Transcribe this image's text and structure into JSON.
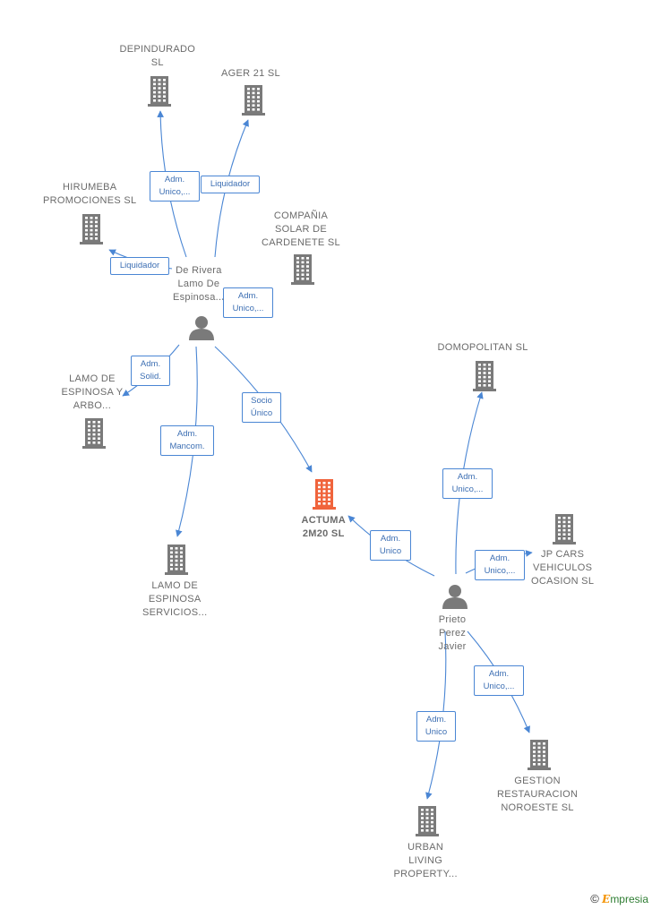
{
  "nodes": [
    {
      "id": "depindurado",
      "kind": "company",
      "label": "DEPINDURADO\nSL"
    },
    {
      "id": "ager21",
      "kind": "company",
      "label": "AGER 21 SL"
    },
    {
      "id": "hirumeba",
      "kind": "company",
      "label": "HIRUMEBA\nPROMOCIONES SL"
    },
    {
      "id": "compania",
      "kind": "company",
      "label": "COMPAÑIA\nSOLAR DE\nCARDENETE SL"
    },
    {
      "id": "derivera",
      "kind": "person",
      "label": "De Rivera\nLamo De\nEspinosa..."
    },
    {
      "id": "lamoarbo",
      "kind": "company",
      "label": "LAMO DE\nESPINOSA Y\nARBO..."
    },
    {
      "id": "lamoserv",
      "kind": "company",
      "label": "LAMO DE\nESPINOSA\nSERVICIOS..."
    },
    {
      "id": "actuma",
      "kind": "focus",
      "label": "ACTUMA\n2M20  SL"
    },
    {
      "id": "domopolitan",
      "kind": "company",
      "label": "DOMOPOLITAN SL"
    },
    {
      "id": "jpcars",
      "kind": "company",
      "label": "JP CARS\nVEHICULOS\nOCASION  SL"
    },
    {
      "id": "prieto",
      "kind": "person",
      "label": "Prieto\nPerez\nJavier"
    },
    {
      "id": "gestion",
      "kind": "company",
      "label": "GESTION\nRESTAURACION\nNOROESTE  SL"
    },
    {
      "id": "urban",
      "kind": "company",
      "label": "URBAN\nLIVING\nPROPERTY..."
    }
  ],
  "edges": [
    {
      "from": "derivera",
      "to": "depindurado",
      "label": "Adm.\nUnico,..."
    },
    {
      "from": "derivera",
      "to": "ager21",
      "label": "Liquidador"
    },
    {
      "from": "derivera",
      "to": "hirumeba",
      "label": "Liquidador"
    },
    {
      "from": "derivera",
      "to": "compania",
      "label": "Adm.\nUnico,..."
    },
    {
      "from": "derivera",
      "to": "lamoarbo",
      "label": "Adm.\nSolid."
    },
    {
      "from": "derivera",
      "to": "lamoserv",
      "label": "Adm.\nMancom."
    },
    {
      "from": "derivera",
      "to": "actuma",
      "label": "Socio\nÚnico"
    },
    {
      "from": "prieto",
      "to": "actuma",
      "label": "Adm.\nUnico"
    },
    {
      "from": "prieto",
      "to": "domopolitan",
      "label": "Adm.\nUnico,..."
    },
    {
      "from": "prieto",
      "to": "jpcars",
      "label": "Adm.\nUnico,..."
    },
    {
      "from": "prieto",
      "to": "gestion",
      "label": "Adm.\nUnico,..."
    },
    {
      "from": "prieto",
      "to": "urban",
      "label": "Adm.\nUnico"
    }
  ],
  "colors": {
    "company": "#7a7a7a",
    "focus": "#f0643c",
    "person": "#7a7a7a",
    "edge": "#4a86d4"
  },
  "footer": {
    "copyright": "©",
    "brand_initial": "E",
    "brand_rest": "mpresia"
  }
}
